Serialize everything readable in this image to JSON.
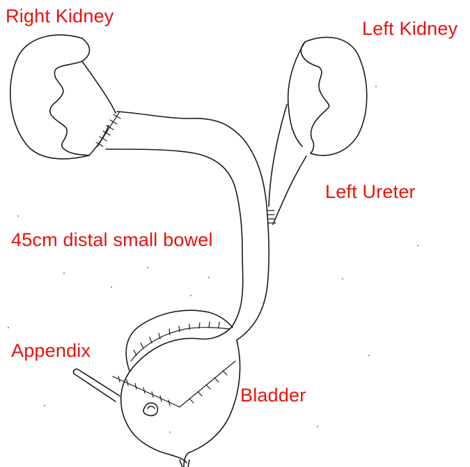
{
  "labels": {
    "right_kidney": "Right Kidney",
    "left_kidney": "Left Kidney",
    "left_ureter": "Left Ureter",
    "small_bowel": "45cm distal small bowel",
    "appendix": "Appendix",
    "bladder": "Bladder"
  },
  "colors": {
    "label": "#e8120c",
    "ink": "#1a1a1a",
    "background": "#ffffff"
  }
}
